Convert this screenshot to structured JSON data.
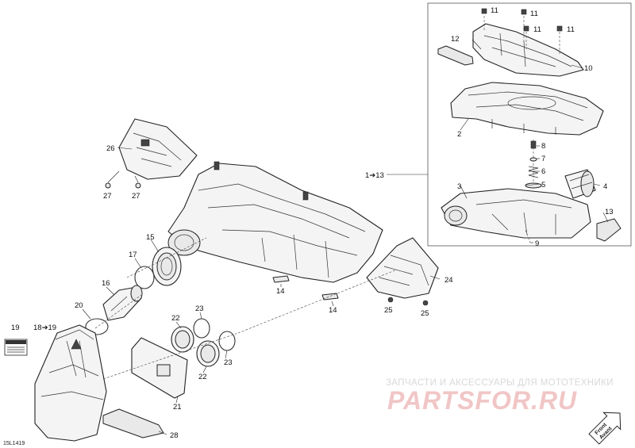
{
  "diagram_code": "15L1419",
  "watermark": {
    "line1": "ЗАПЧАСТИ И АКСЕССУАРЫ ДЛЯ МОТОТЕХНИКИ",
    "line2": "PARTSFOR.RU"
  },
  "front_badge": {
    "line1": "Front",
    "line2": "Avant"
  },
  "callouts": {
    "c1_13": "1➔13",
    "c2": "2",
    "c3": "3",
    "c4": "4",
    "c5": "5",
    "c6": "6",
    "c7": "7",
    "c8": "8",
    "c9": "9",
    "c10": "10",
    "c11a": "11",
    "c11b": "11",
    "c11c": "11",
    "c11d": "11",
    "c12": "12",
    "c13": "13",
    "c14a": "14",
    "c14b": "14",
    "c15": "15",
    "c16": "16",
    "c17": "17",
    "c18_19": "18➔19",
    "c19": "19",
    "c20": "20",
    "c21": "21",
    "c22a": "22",
    "c22b": "22",
    "c23a": "23",
    "c23b": "23",
    "c24": "24",
    "c25a": "25",
    "c25b": "25",
    "c26": "26",
    "c27a": "27",
    "c27b": "27",
    "c28": "28"
  }
}
